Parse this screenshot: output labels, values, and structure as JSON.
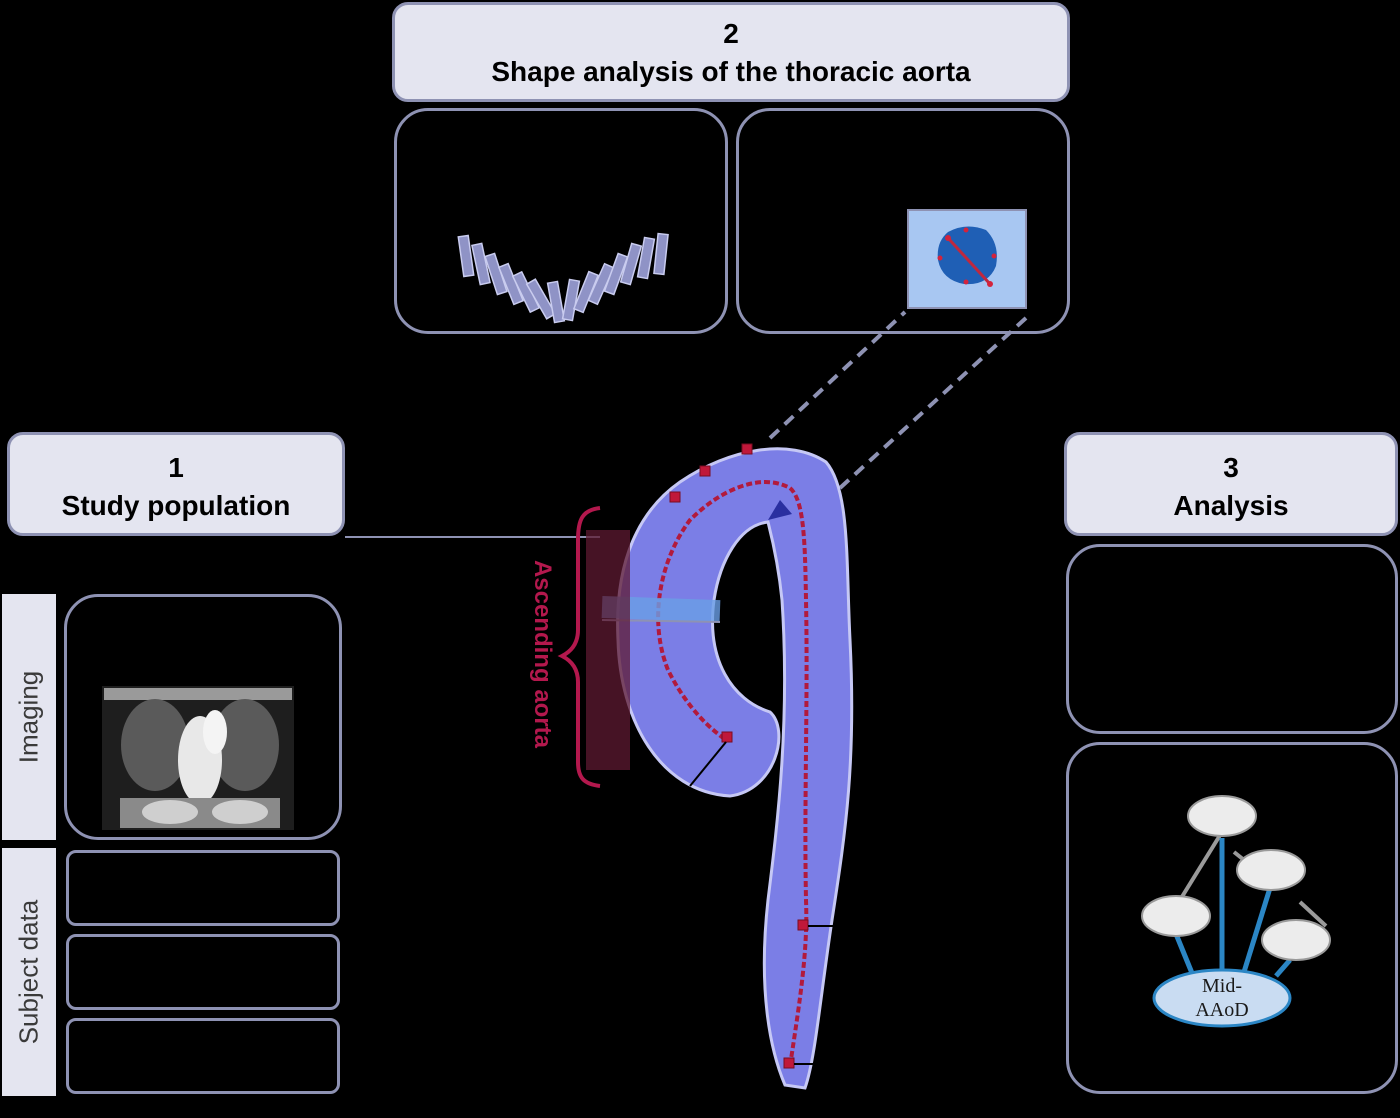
{
  "sections": {
    "shape": {
      "number": "2",
      "title": "Shape analysis of the thoracic aorta"
    },
    "study": {
      "number": "1",
      "title": "Study population"
    },
    "analysis": {
      "number": "3",
      "title": "Analysis"
    }
  },
  "side_labels": {
    "imaging": "Imaging",
    "subject_data": "Subject data"
  },
  "aorta": {
    "segment_label": "Ascending aorta"
  },
  "network": {
    "outcome_node_line1": "Mid-",
    "outcome_node_line2": "AAoD"
  },
  "colors": {
    "box_fill": "#e4e5f0",
    "box_border": "#8e92b3",
    "aorta_fill": "#7b7ee6",
    "centerline": "#b21a3c",
    "ascending_bracket": "#b3184d",
    "network_edge": "#2b86c5",
    "outcome_node": "#c9dcf2"
  }
}
